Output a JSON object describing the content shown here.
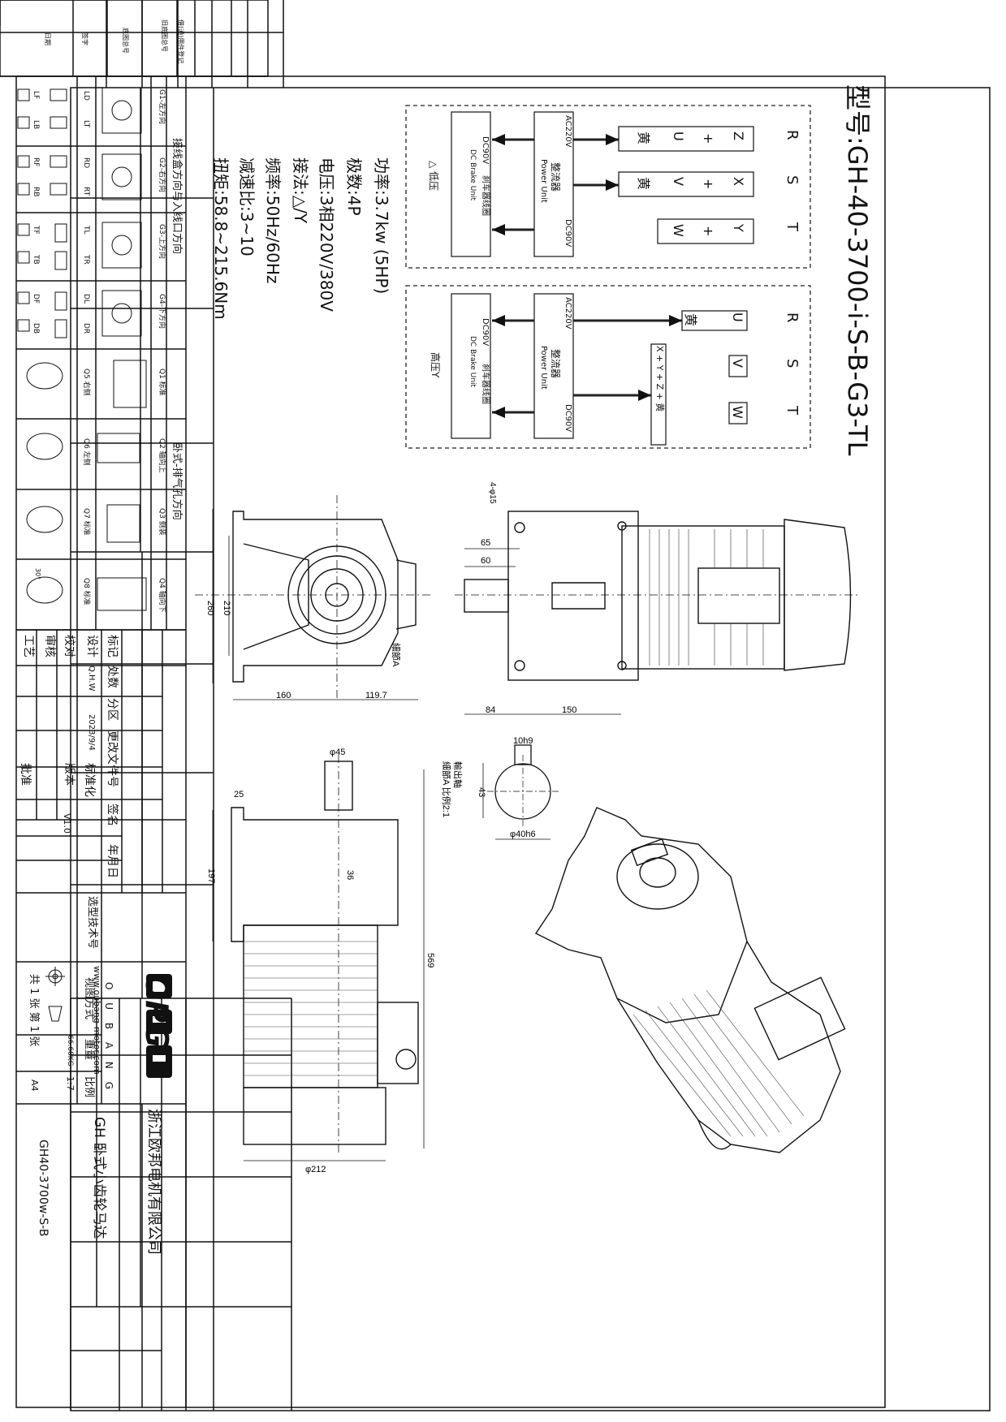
{
  "model": {
    "text": "型号:GH-40-3700-i-S-B-G3-TL"
  },
  "specs": [
    "功率:3.7kw (5HP)",
    "极数:4P",
    "电压:3相220V/380V",
    "接法:△/Y",
    "频率:50Hz/60Hz",
    "减速比:3~10",
    "扭矩:58.8~215.6Nm"
  ],
  "wiring_low": {
    "phases": [
      "R",
      "S",
      "T"
    ],
    "terminals": [
      "Z",
      "X",
      "Y"
    ],
    "plus": [
      "+",
      "+",
      "+"
    ],
    "lines": [
      "U",
      "V",
      "W"
    ],
    "yellow": [
      "黄",
      "黄"
    ],
    "rect_in": "AC220V",
    "rect_title": "整流器",
    "rect_sub": "Power Unit",
    "rect_out": "DC90V",
    "brake_in": "DC90V",
    "brake_title": "刹车器线圈",
    "brake_sub": "DC Brake Unit",
    "caption": "△ 低压"
  },
  "wiring_high": {
    "phases": [
      "R",
      "S",
      "T"
    ],
    "lines": [
      "U",
      "V",
      "W"
    ],
    "yellow": "黄",
    "star": "X + Y + Z + 黄",
    "rect_in": "AC220V",
    "rect_title": "整流器",
    "rect_sub": "Power Unit",
    "rect_out": "DC90V",
    "brake_in": "DC90V",
    "brake_title": "刹车器线圈",
    "brake_sub": "DC Brake Unit",
    "caption": "高压Y"
  },
  "front_view": {
    "dim_260": "260",
    "dim_210": "210",
    "dim_160": "160",
    "dim_119": "119.7",
    "detail": "細節A"
  },
  "side_view": {
    "holes": "4-φ15",
    "dim_65": "65",
    "dim_60": "60",
    "dim_84": "84",
    "dim_150": "150"
  },
  "bottom_view": {
    "dim_45": "φ45",
    "dim_25": "25",
    "dim_197": "197",
    "dim_36": "36",
    "dim_569": "569",
    "dim_212": "φ212"
  },
  "shaft_detail": {
    "key": "10h9",
    "dim_43": "43",
    "dia": "φ40h6",
    "title": "輸出軸",
    "scale": "細節A 比例2:1"
  },
  "mount_panel": {
    "title": "接线盒方向与入线口方向",
    "positions": [
      "G1-左方向",
      "G2-右方向",
      "G3-上方向",
      "G4-下方向"
    ],
    "codes": [
      [
        "LD",
        "LT",
        "LF",
        "LB"
      ],
      [
        "RD",
        "RT",
        "RF",
        "RB"
      ],
      [
        "TL",
        "TR",
        "TF",
        "TB"
      ],
      [
        "DL",
        "DR",
        "DF",
        "DB"
      ]
    ],
    "horiz_title": "卧式-排气孔方向",
    "horiz": [
      "Q1 标准",
      "Q2 轴向上",
      "Q3 侧装",
      "Q4 轴向下"
    ],
    "tilt": [
      "Q5 右侧",
      "Q6 左侧",
      "Q7 标准",
      "Q8 标准"
    ],
    "angle": "30°"
  },
  "title_block": {
    "rows": [
      "标记",
      "设计",
      "校对",
      "审核",
      "工艺"
    ],
    "cols": [
      "处数",
      "分区",
      "更改文件号",
      "签名",
      "年月日"
    ],
    "designer": "Q.H.W",
    "date": "2023/9/4",
    "standard": "标准化",
    "version_label": "版本",
    "version": "V1.0",
    "approve": "批准",
    "selection": "选型技术号",
    "logo": "OPG",
    "brand": "O U B A N G",
    "website": "www.oubang-motor.com",
    "view_method": "视图方式",
    "weight_label": "重量",
    "weight": "66.68KG",
    "ratio_label": "比例",
    "ratio": "1:7",
    "sheets": "共 1 张 第 1 张",
    "paper": "A4",
    "company": "浙江欧邦电机有限公司",
    "product": "GH 卧式小齿轮马达",
    "part_no": "GH40-3700w-S-B"
  },
  "revision_strip": {
    "labels": [
      "借(通)用件登记",
      "旧底图总号",
      "底图总号",
      "签字",
      "日期"
    ]
  }
}
